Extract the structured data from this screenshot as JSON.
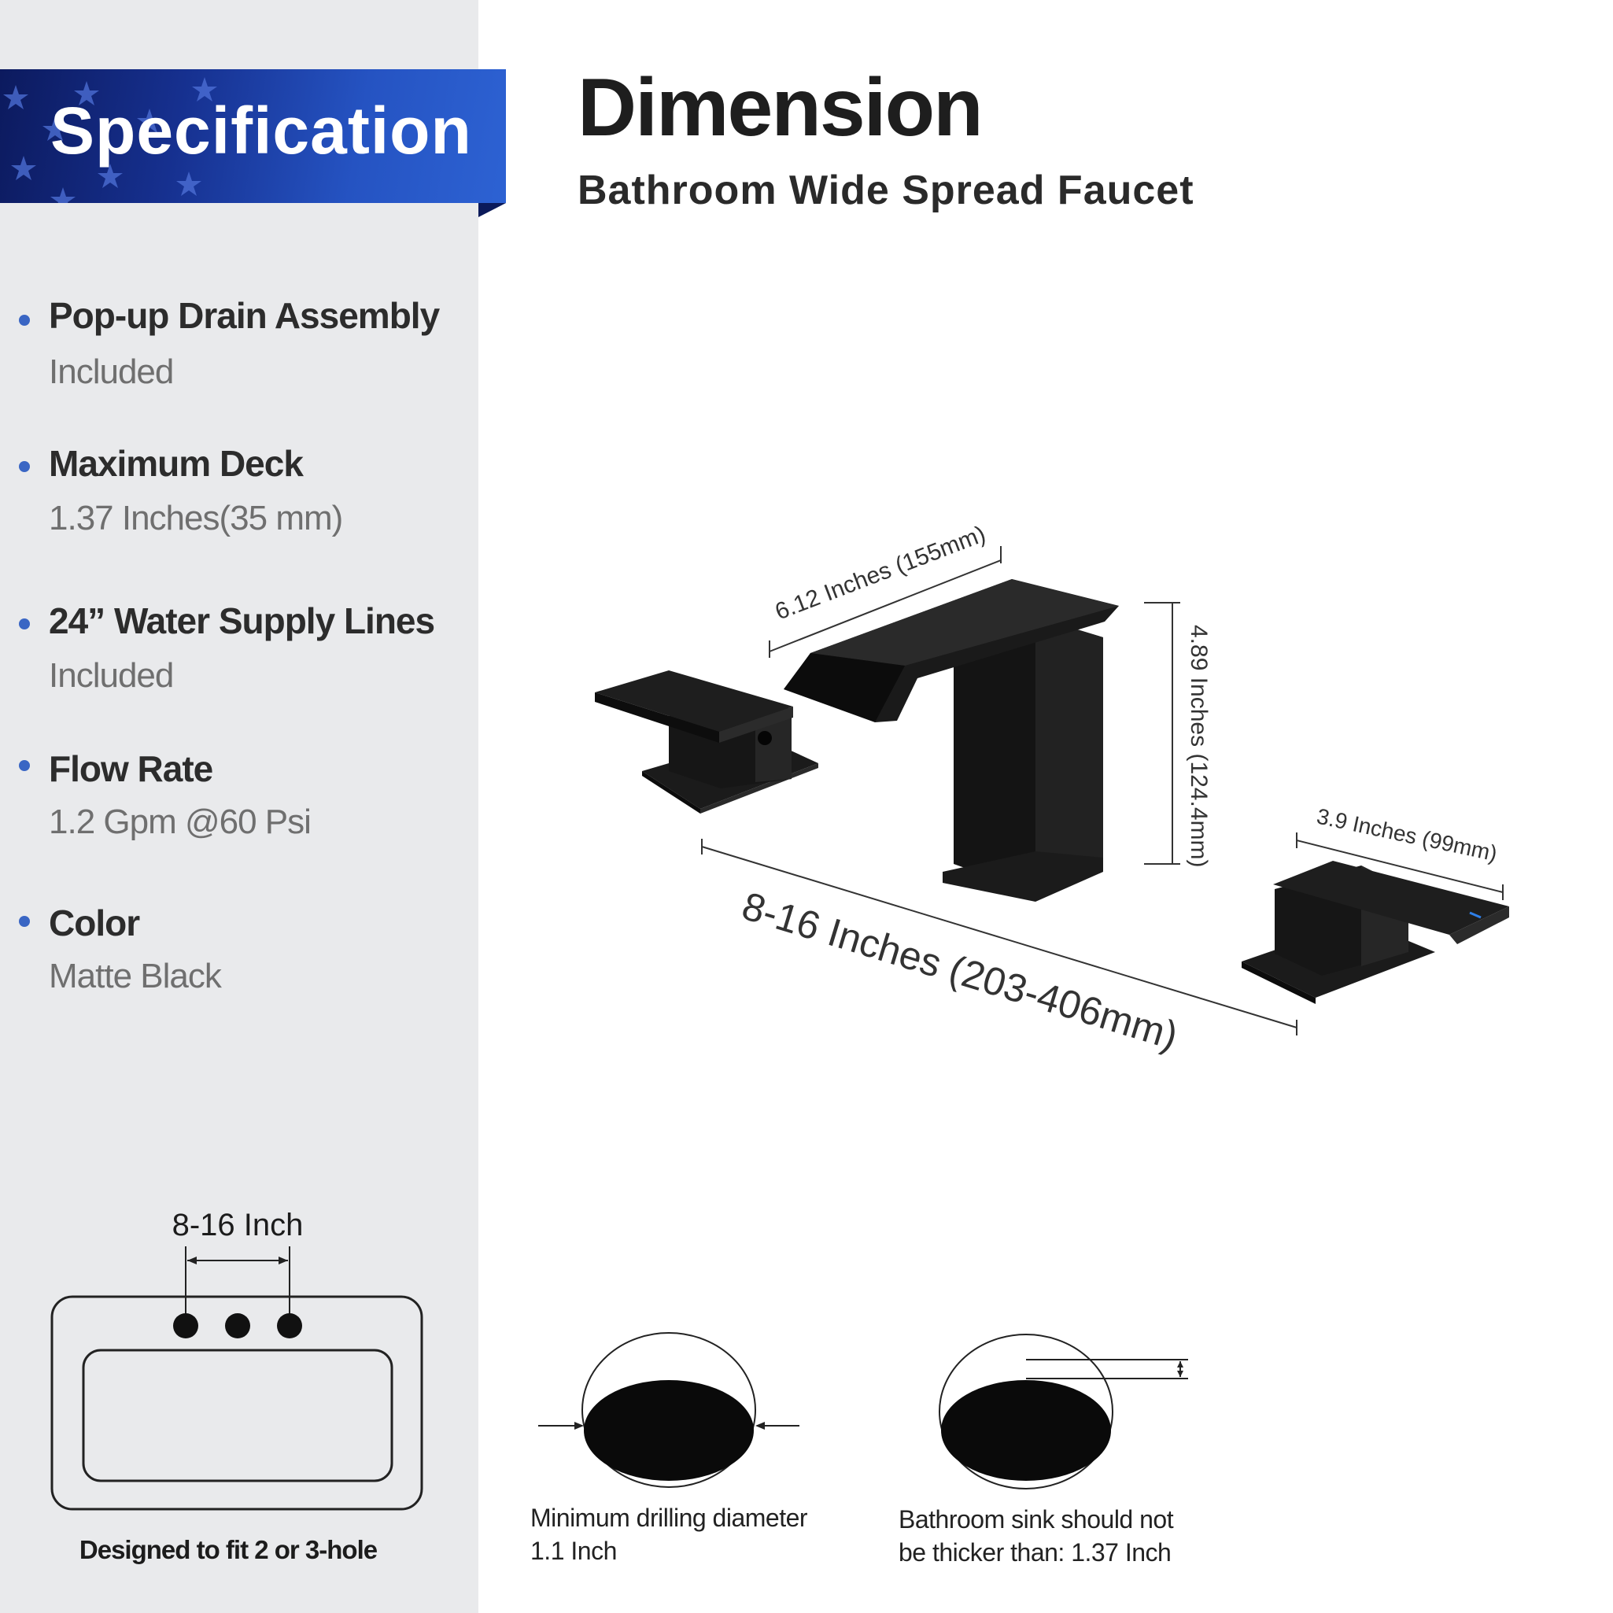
{
  "sidebar": {
    "banner_title": "Specification",
    "specs": [
      {
        "label": "Pop-up Drain Assembly",
        "value": "Included"
      },
      {
        "label": "Maximum Deck",
        "value": "1.37 Inches(35 mm)"
      },
      {
        "label": "24” Water Supply Lines",
        "value": "Included"
      },
      {
        "label": "Flow Rate",
        "value": "1.2 Gpm @60 Psi"
      },
      {
        "label": "Color",
        "value": "Matte Black"
      }
    ],
    "sink_diagram": {
      "spacing_label": "8-16 Inch",
      "caption": "Designed to fit 2 or 3-hole"
    }
  },
  "main": {
    "title": "Dimension",
    "subtitle": "Bathroom Wide Spread Faucet",
    "dimensions": {
      "spout_length": "6.12 Inches (155mm)",
      "height": "4.89 Inches (124.4mm)",
      "handle_length": "3.9 Inches (99mm)",
      "spread": "8-16 Inches (203-406mm)"
    },
    "hole_diagrams": [
      {
        "line1": "Minimum drilling diameter",
        "line2": "1.1 Inch"
      },
      {
        "line1": "Bathroom sink should not",
        "line2": "be thicker than: 1.37 Inch"
      }
    ],
    "colors": {
      "finish": "#161616",
      "accent": "#3a66c4",
      "banner": "#2553c2"
    }
  }
}
